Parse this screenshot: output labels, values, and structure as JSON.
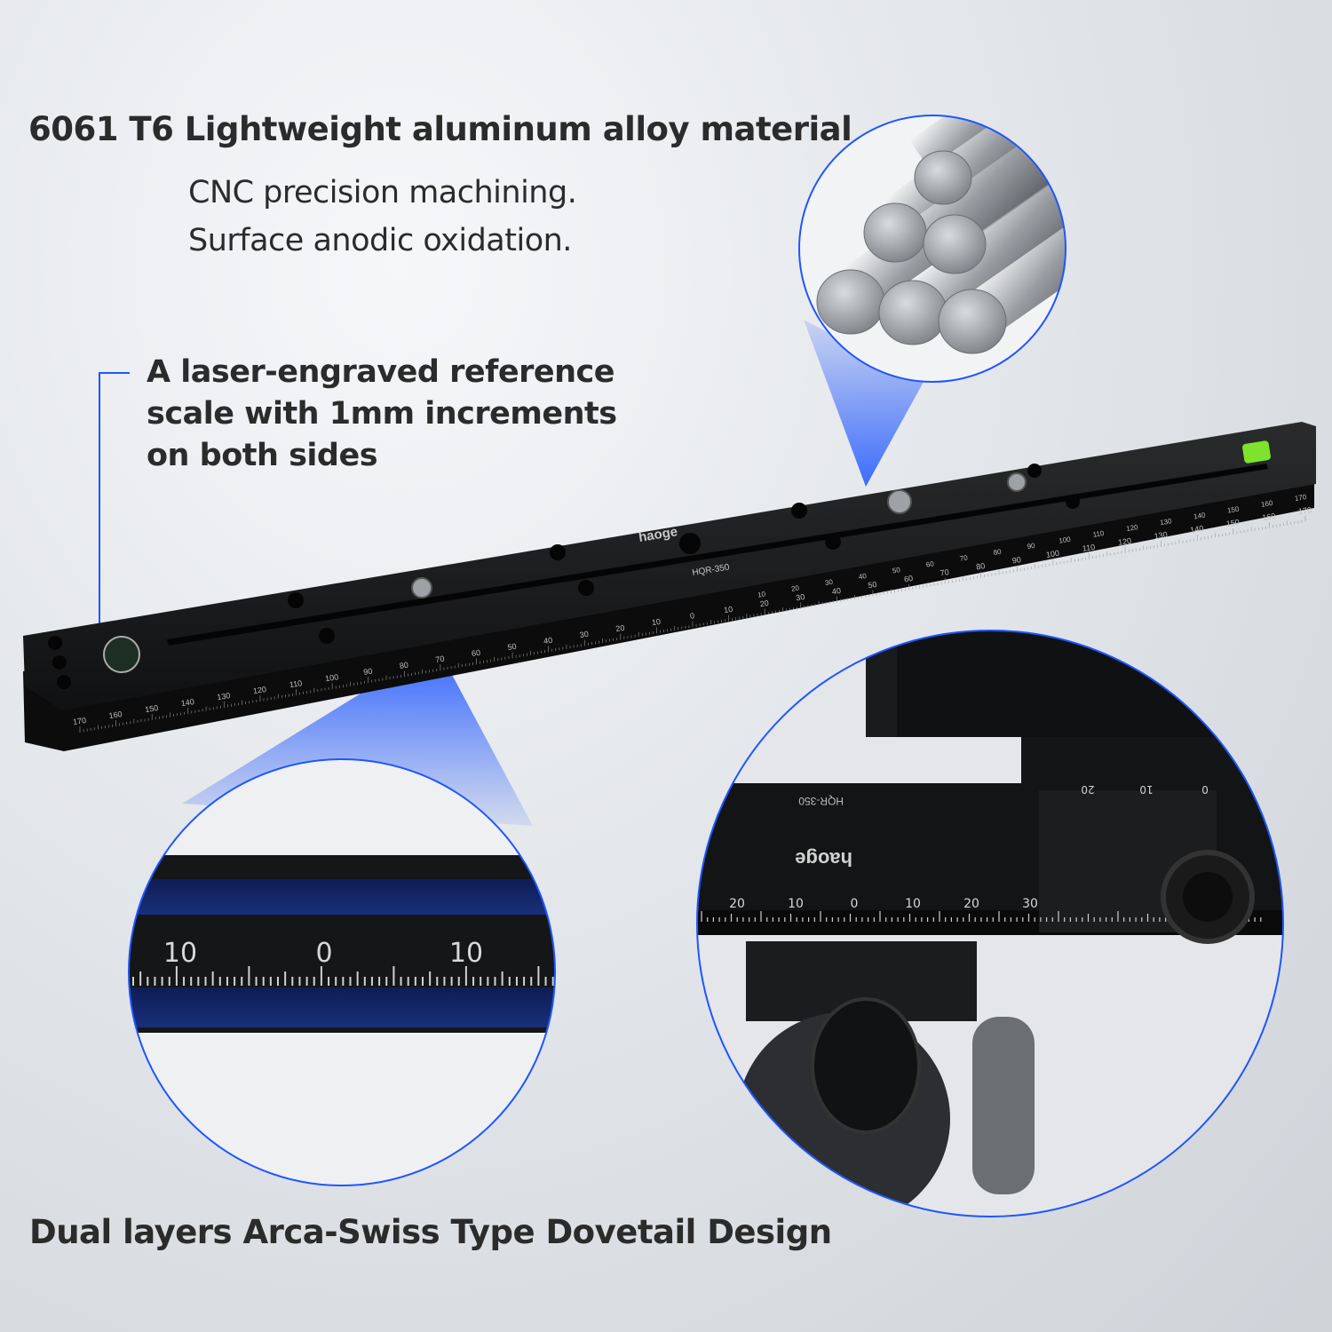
{
  "captions": {
    "material": "6061 T6 Lightweight aluminum alloy material",
    "process_lines": [
      "CNC precision machining.",
      "Surface anodic oxidation."
    ],
    "scale_lines": [
      "A laser-engraved reference",
      "scale with 1mm increments",
      "on both sides"
    ],
    "dovetail": "Dual layers Arca-Swiss Type Dovetail Design"
  },
  "product": {
    "brand": "haoge",
    "model": "HQR-350",
    "scale_near_labels": [
      "170",
      "160",
      "150",
      "140",
      "130",
      "120",
      "110",
      "100",
      "90",
      "80",
      "70",
      "60",
      "50",
      "40",
      "30",
      "20",
      "10",
      "0",
      "10",
      "20",
      "30",
      "40",
      "50",
      "60",
      "70",
      "80",
      "90",
      "100",
      "110",
      "120",
      "130",
      "140",
      "150",
      "160",
      "170"
    ],
    "scale_far_labels": [
      "10",
      "20",
      "30",
      "40",
      "50",
      "60",
      "70",
      "80",
      "90",
      "100",
      "110",
      "120",
      "130",
      "140",
      "150",
      "160",
      "170"
    ],
    "zoom_scale_labels": [
      "10",
      "0",
      "10"
    ],
    "closeup_scale_labels": [
      "20",
      "10",
      "0",
      "10",
      "20",
      "30"
    ],
    "closeup_upper_labels": [
      "20",
      "10",
      "0"
    ]
  },
  "colors": {
    "accent": "#1e56ff",
    "text": "#2b2b2b",
    "plate": "#161718"
  }
}
